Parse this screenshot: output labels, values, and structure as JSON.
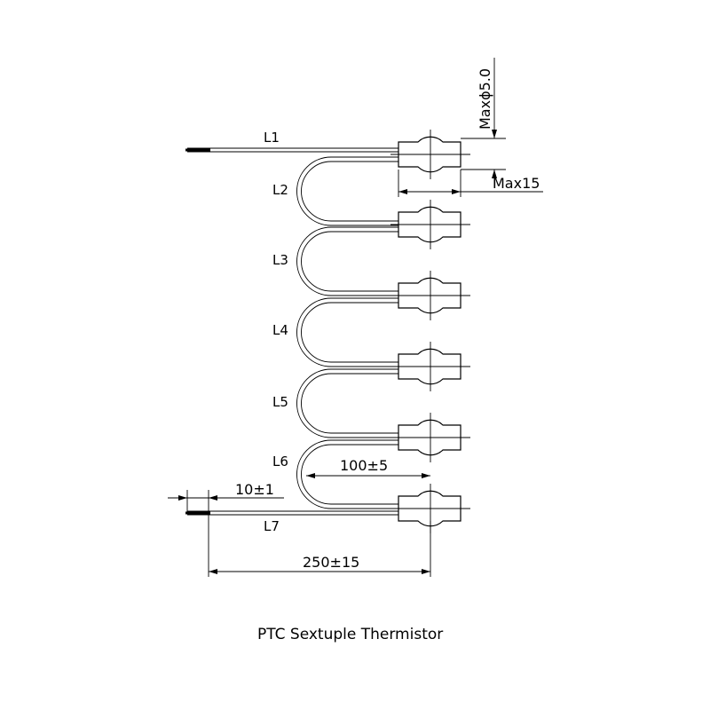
{
  "wire_labels": [
    "L1",
    "L2",
    "L3",
    "L4",
    "L5",
    "L6",
    "L7"
  ],
  "dimensions": {
    "max_diameter": "Maxϕ5.0",
    "max_length": "Max15",
    "pitch": "100±5",
    "strip": "10±1",
    "overall": "250±15"
  },
  "caption": "PTC Sextuple Thermistor"
}
